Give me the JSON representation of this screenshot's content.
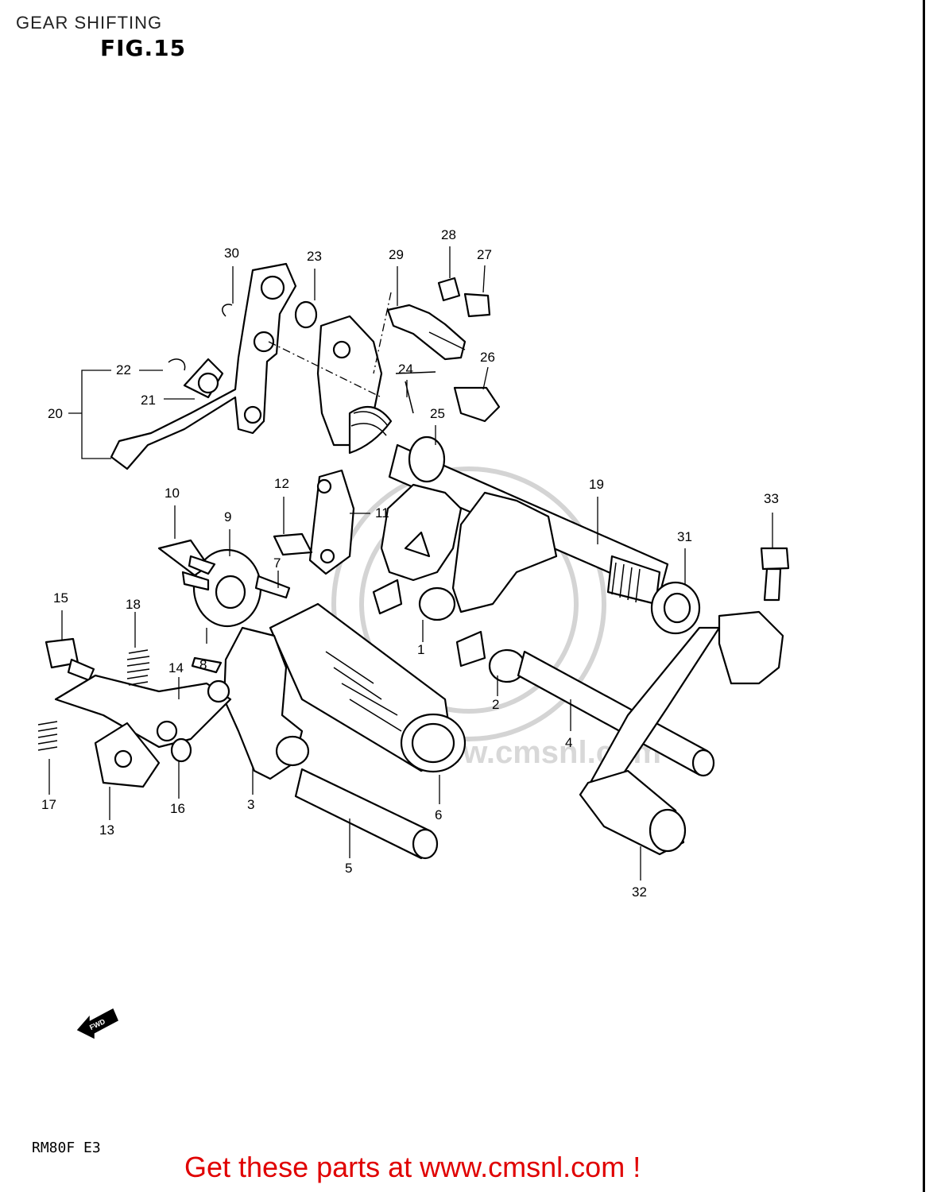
{
  "header": {
    "title": "GEAR SHIFTING",
    "figure": "FIG.15"
  },
  "model_code": "RM80F  E3",
  "footer_text": "Get these parts at www.cmsnl.com !",
  "watermark": "www.cmsnl.com",
  "fwd_label": "FWD",
  "callouts": [
    "1",
    "2",
    "3",
    "4",
    "5",
    "6",
    "7",
    "8",
    "9",
    "10",
    "11",
    "12",
    "13",
    "14",
    "15",
    "16",
    "17",
    "18",
    "19",
    "20",
    "21",
    "22",
    "23",
    "24",
    "25",
    "26",
    "27",
    "28",
    "29",
    "30",
    "31",
    "32",
    "33"
  ],
  "colors": {
    "footer": "#e00000",
    "line": "#000000",
    "watermark": "#d4d4d4"
  }
}
